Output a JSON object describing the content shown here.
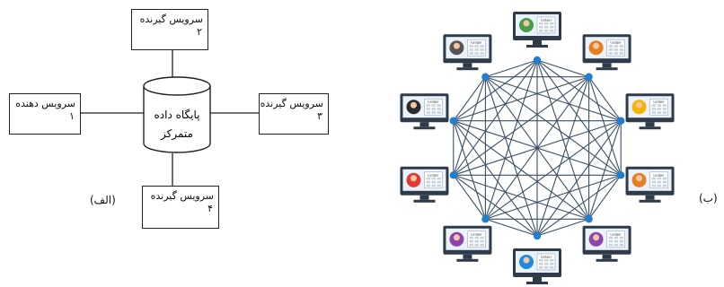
{
  "part_a": {
    "label": "(الف)",
    "central_db": {
      "line1": "پایگاه داده",
      "line2": "متمرکز"
    },
    "nodes": [
      {
        "id": "top",
        "title": "سرویس گیرنده",
        "number": "۲"
      },
      {
        "id": "left",
        "title": "سرویس دهنده",
        "number": "۱"
      },
      {
        "id": "right",
        "title": "سرویس گیرنده",
        "number": "۳"
      },
      {
        "id": "bottom",
        "title": "سرویس گیرنده",
        "number": "۴"
      }
    ]
  },
  "part_b": {
    "label": "(ب)",
    "topology": "fully-connected mesh",
    "node_count": 10,
    "screen_label": "Ledger",
    "line_color": "#3a4f66",
    "node_color": "#1e7fd0",
    "avatar_colors": [
      "#43a047",
      "#e67e22",
      "#f4b400",
      "#e67e22",
      "#8e44ad",
      "#1e88e5",
      "#8e44ad",
      "#e53935",
      "#2c2c2c",
      "#555555"
    ]
  }
}
